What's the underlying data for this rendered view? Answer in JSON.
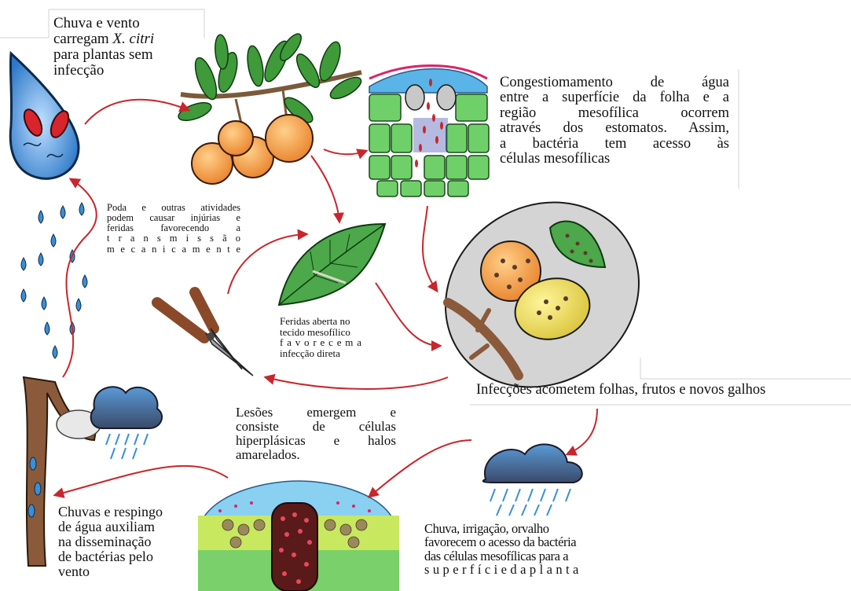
{
  "labels": {
    "top_left": {
      "line1": "Chuva e vento",
      "line2_prefix": "carregam ",
      "line2_species": "X. citri",
      "line3": "para plantas sem",
      "line4": "infecção"
    },
    "top_right": [
      "Congestiomamento de água",
      "entre a superfície da folha e a",
      "região mesofílica ocorrem",
      "através dos estomatos. Assim,",
      "a bactéria tem acesso às",
      "células mesofílicas"
    ],
    "pruning": [
      "Poda e outras atividades",
      "podem causar injúrias e",
      "feridas favorecendo a",
      "t r a n s m i s s ã o",
      "m e c a n i c a m e n t e"
    ],
    "wounds": [
      "Feridas aberta no",
      "tecido mesofílico",
      "f a v o r e c e m  a",
      "infecção direta"
    ],
    "infections": "Infecções acometem folhas, frutos e novos galhos",
    "lesions": [
      "Lesões emergem e",
      "consiste de células",
      "hiperplásicas e halos",
      "amarelados."
    ],
    "rain_splash": [
      "Chuvas e respingo",
      "de água auxiliam",
      "na disseminação",
      "de bactérias pelo",
      "vento"
    ],
    "rain_irrigation": [
      "Chuva, irrigação, orvalho",
      "favorecem o acesso da bactéria",
      "das células mesofílicas para a",
      "s u p e r f í c i e  d a  p l a n t a"
    ]
  },
  "colors": {
    "arrow": "#c8262c",
    "orange": "#f5a04a",
    "leaf": "#3f9a3a",
    "cell": "#6fd06a",
    "droplet": "#3a8fd6",
    "lesion_cell": "#e84a5a",
    "bark": "#8a5a3a"
  }
}
